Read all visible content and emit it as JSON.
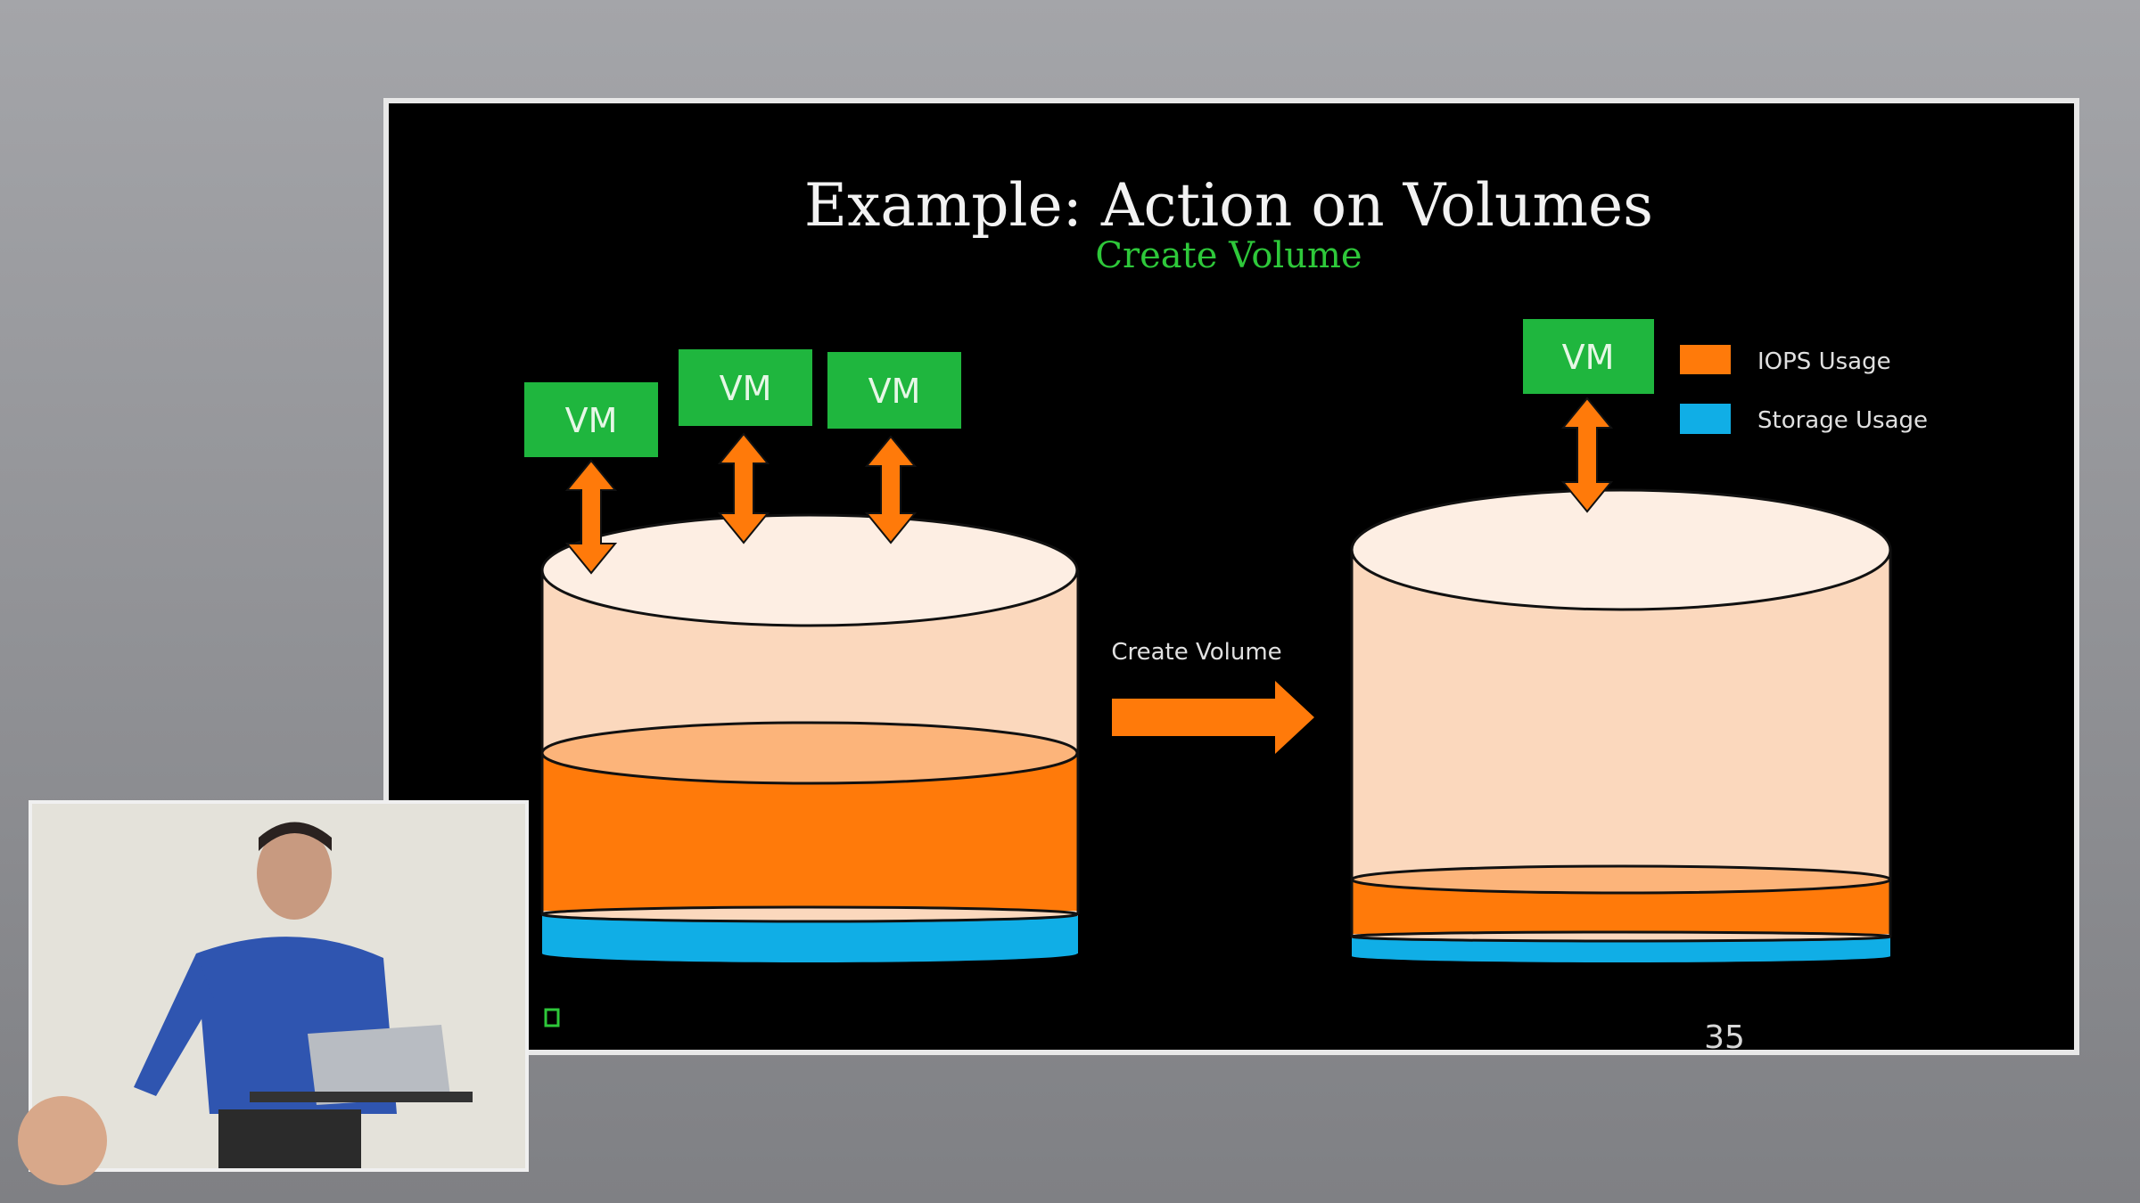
{
  "slide": {
    "title": "Example: Action on Volumes",
    "subtitle": "Create Volume",
    "vm_labels": [
      "VM",
      "VM",
      "VM",
      "VM"
    ],
    "action_label": "Create Volume",
    "legend": [
      {
        "label": "IOPS Usage",
        "color": "#ff7a0a"
      },
      {
        "label": "Storage Usage",
        "color": "#10aee6"
      }
    ],
    "page_number": "35"
  },
  "colors": {
    "vm_green": "#1fb63e",
    "cylinder_fill": "#fbd8bd",
    "iops": "#ff7a0a",
    "storage": "#10aee6"
  }
}
